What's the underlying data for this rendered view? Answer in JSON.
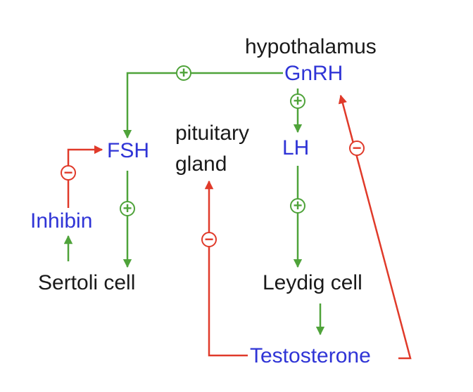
{
  "labels": {
    "hypothalamus": "hypothalamus",
    "gnrh": "GnRH",
    "fsh": "FSH",
    "lh": "LH",
    "pituitary": "pituitary",
    "gland": "gland",
    "inhibin": "Inhibin",
    "sertoli": "Sertoli cell",
    "leydig": "Leydig cell",
    "testosterone": "Testosterone"
  },
  "signs": {
    "plus": "+",
    "minus": "−"
  },
  "colors": {
    "stimulate": "#4fa33a",
    "inhibit": "#e03a2a",
    "hormone": "#2f34d6",
    "text": "#1a1a1a"
  }
}
